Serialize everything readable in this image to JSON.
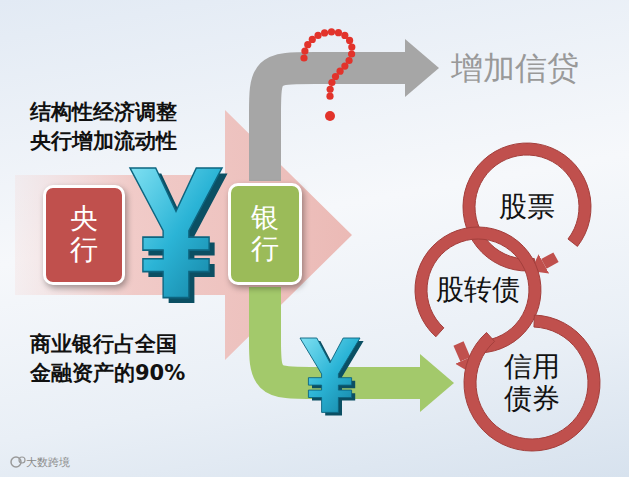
{
  "diagram": {
    "nodes": [
      {
        "text": [
          "央行"
        ]
      },
      {
        "text": [
          "银行"
        ]
      },
      {
        "text": [
          "增加信贷"
        ]
      },
      {
        "text": [
          "股票"
        ]
      },
      {
        "text": [
          "股转债"
        ]
      },
      {
        "text": [
          "信用 债券"
        ]
      }
    ],
    "edges": [
      {
        "from": 1,
        "to": 2,
        "arrow": "to"
      },
      {
        "from": 1,
        "to": 5,
        "arrow": "to"
      },
      {
        "from": 3,
        "to": 4,
        "arrow": "to"
      },
      {
        "from": 4,
        "to": 5,
        "arrow": "to"
      }
    ],
    "labels": [
      "结构性经济调整 央行增加流动性",
      "商业银行占全国 金融资产的90%",
      "大数跨境"
    ]
  }
}
